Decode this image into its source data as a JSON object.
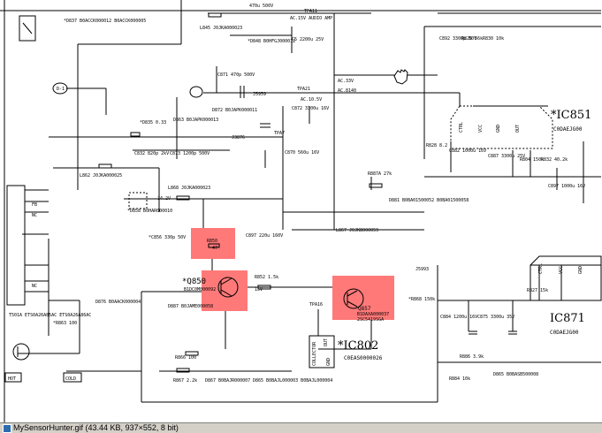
{
  "viewer": {
    "statusbar_text": "MySensorHunter.gif (43.44 KB, 937×552, 8 bit)",
    "highlight_color": "#ff5a5a"
  },
  "schematic": {
    "ic_labels": {
      "ic851": "*IC851",
      "ic851_part": "C0DAEJG00",
      "ic871": "IC871",
      "ic871_part": "C0DAEJG00",
      "ic802": "*IC802",
      "ic802_part": "C0EAS0000026"
    },
    "transistors": {
      "q850": "*Q850",
      "q850_part": "B1DC0M000092",
      "q857": "Q857",
      "q857_part": "B1DAXA000037",
      "q857_alt": "2SC5419SGA"
    },
    "highlighted": {
      "r850": "R850",
      "r850_value": "47"
    },
    "pin_labels": [
      "CTRL",
      "VCC",
      "GND",
      "OUT"
    ],
    "ic802_pins": [
      "COLLECTOR",
      "OUT",
      "GND"
    ],
    "tags": {
      "hot": "HOT",
      "cold": "COLD"
    },
    "rails": {
      "ac_15v_audio": "AC.15V AUDIO AMP",
      "ac_33v": "AC.33V",
      "ac_8140": "AC.8140",
      "ac_10v": "AC.10.5V",
      "tpa11": "TPA11",
      "tpa21": "TPA21",
      "tpa16": "TPA16"
    },
    "components": [
      "*D837 B0ACCK000012 B0ACCK000005",
      "L845 J0JKA000023",
      "470u 500V",
      "*D848 B0HFGJ000012",
      "C5 2200u 25V",
      "C871 470p 500V",
      "D872 B0JAPK000011",
      "*D835 0.33",
      "D863 B0JAPK000013",
      "J3876",
      "C832 820p 2kV",
      "C873 1200p 500V",
      "L862 J0JKA000025",
      "L868 J0JKA000023",
      "*D858 B0HAR000010",
      "14.2V",
      "*C856 330p 50V",
      "C897 220u 160V",
      "R852 1.5k",
      "15V",
      "L867 J0JKB000059",
      "D876 B0AACK000004",
      "D887 B0JAME000058",
      "*R863 100",
      "R866 100",
      "R867 2.2k",
      "D867 B0BAJR000007",
      "D865 B0BAJL000003 B0BAJL000004",
      "*R868 150k",
      "C884 1200u 16V",
      "C875 3300u 35V",
      "R886 3.9k",
      "R884 10k",
      "D865 B0BASB500008",
      "D881 B0BA01500052 B0BA01500058",
      "R827 15k",
      "R887A 27k",
      "R828 8.2",
      "C882 1000u 16V",
      "C887 3300u 25V",
      "C897 1000u 16V",
      "R804 150k",
      "R832 40.2k",
      "C892 3300p 50V",
      "R826 56k",
      "R830 10k",
      "C870 560u 16V",
      "C872 3300u 16V",
      "J5959",
      "TPA7",
      "J5993",
      "T501A ETS0A26A85AC ETS0A26A86AC"
    ],
    "transformer_pins": [
      "FB",
      "HOT",
      "NC",
      "NC"
    ]
  }
}
